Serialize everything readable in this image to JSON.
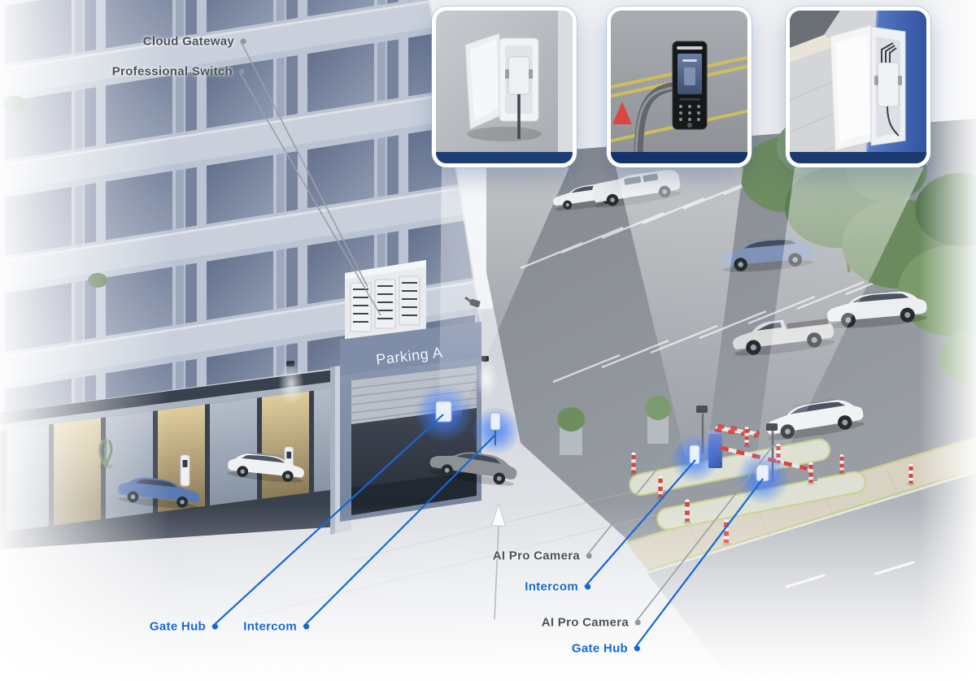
{
  "scene": {
    "sign": "Parking A",
    "colors": {
      "label_blue": "#1668d6",
      "label_gray": "#4b5157",
      "leader_gray": "#9aa0a6",
      "device_glow_blue": "#2f7dff",
      "inset_border": "#ffffff",
      "bollard_red": "#d6453d"
    }
  },
  "labels": {
    "cloud_gateway": "Cloud Gateway",
    "professional_switch": "Professional Switch",
    "ai_pro_camera_entry": "AI Pro Camera",
    "intercom_entry": "Intercom",
    "ai_pro_camera_exit": "AI Pro Camera",
    "gate_hub_exit": "Gate Hub",
    "gate_hub_garage": "Gate Hub",
    "intercom_garage": "Intercom"
  }
}
